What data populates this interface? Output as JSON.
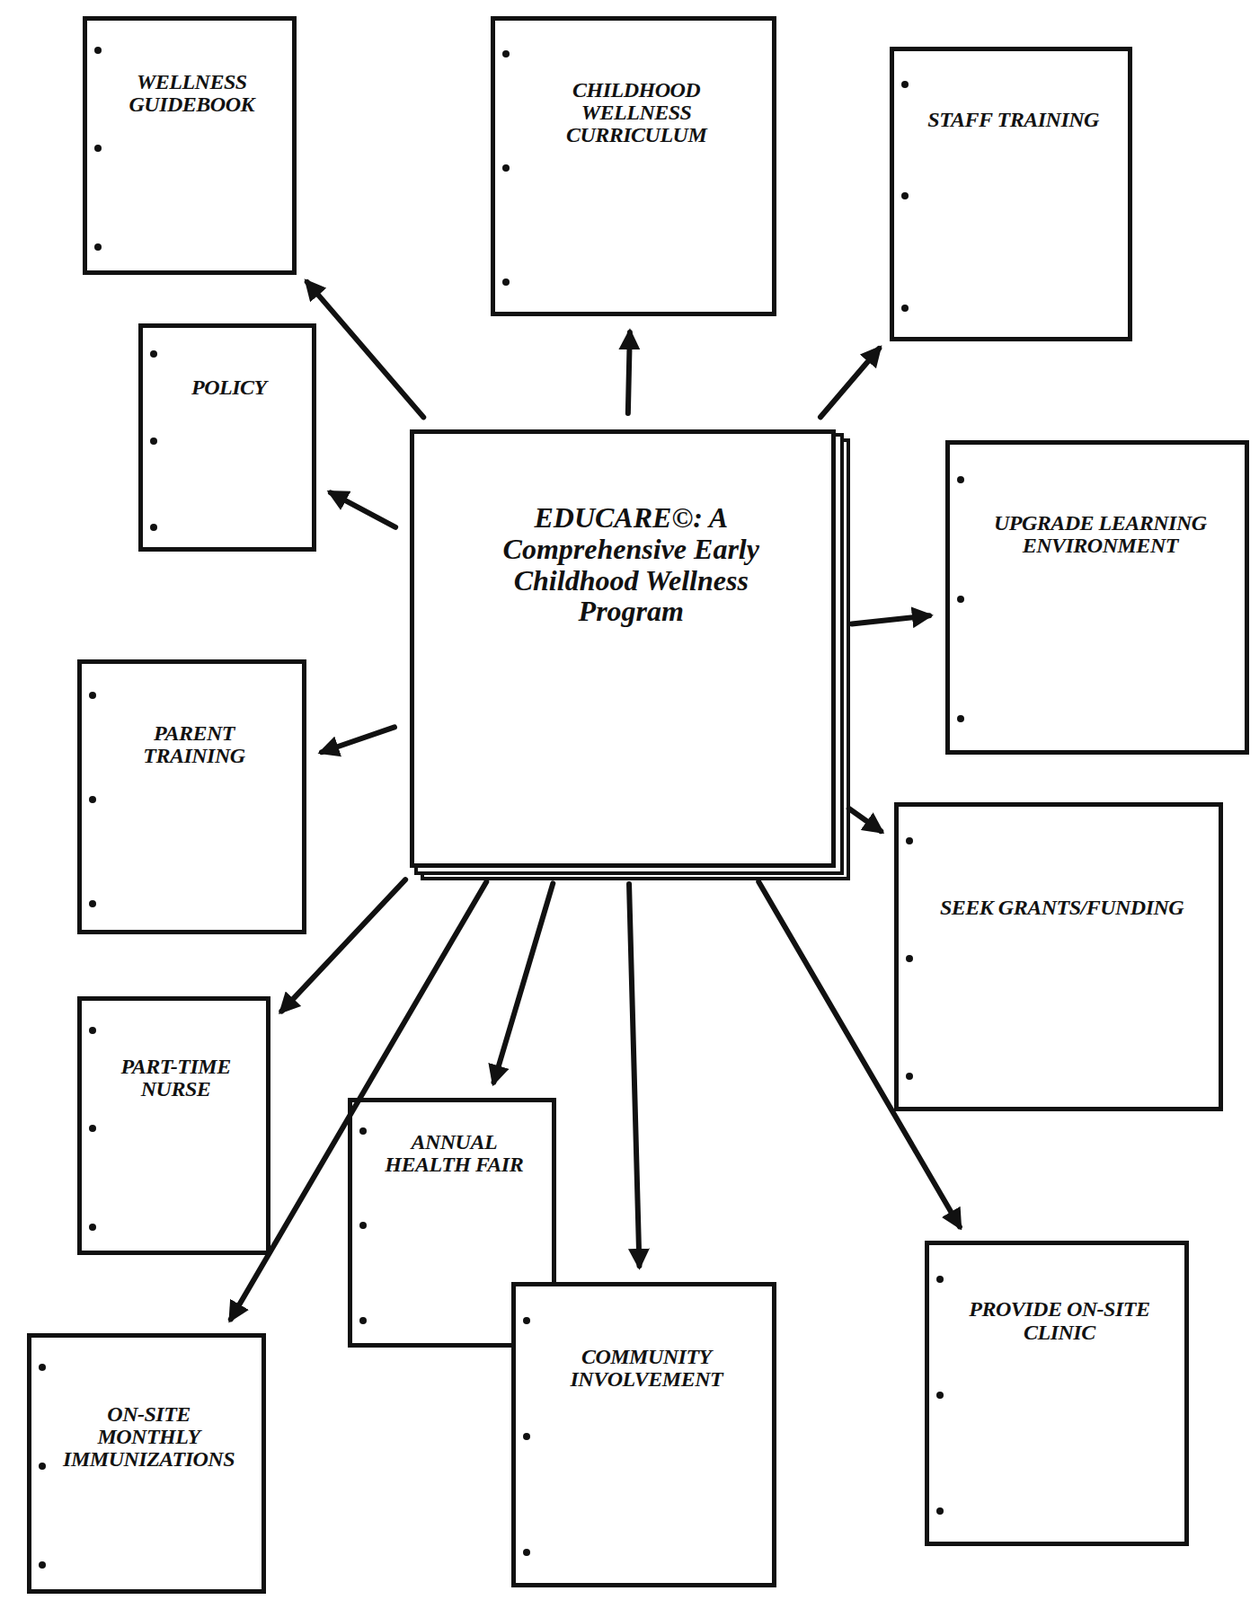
{
  "diagram": {
    "nodes": [
      {
        "text": [
          "WELLNESS GUIDEBOOK"
        ]
      },
      {
        "text": [
          "CHILDHOOD WELLNESS CURRICULUM"
        ]
      },
      {
        "text": [
          "STAFF TRAINING"
        ]
      },
      {
        "text": [
          "POLICY"
        ]
      },
      {
        "text": [
          "EDUCARE©: A Comprehensive Early Childhood Wellness Program"
        ]
      },
      {
        "text": [
          "UPGRADE LEARNING ENVIRONMENT"
        ]
      },
      {
        "text": [
          "PARENT TRAINING"
        ]
      },
      {
        "text": [
          "SEEK GRANTS/FUNDING"
        ]
      },
      {
        "text": [
          "PART-TIME NURSE"
        ]
      },
      {
        "text": [
          "ANNUAL HEALTH FAIR"
        ]
      },
      {
        "text": [
          "PROVIDE ON-SITE CLINIC"
        ]
      },
      {
        "text": [
          "ON-SITE MONTHLY IMMUNIZATIONS"
        ]
      },
      {
        "text": [
          "COMMUNITY INVOLVEMENT"
        ]
      }
    ],
    "edges": [
      {
        "from": 4,
        "to": 0,
        "arrow": "to"
      },
      {
        "from": 4,
        "to": 1,
        "arrow": "to"
      },
      {
        "from": 4,
        "to": 2,
        "arrow": "to"
      },
      {
        "from": 4,
        "to": 3,
        "arrow": "to"
      },
      {
        "from": 4,
        "to": 5,
        "arrow": "to"
      },
      {
        "from": 4,
        "to": 6,
        "arrow": "to"
      },
      {
        "from": 4,
        "to": 7,
        "arrow": "to"
      },
      {
        "from": 4,
        "to": 8,
        "arrow": "to"
      },
      {
        "from": 4,
        "to": 9,
        "arrow": "to"
      },
      {
        "from": 4,
        "to": 10,
        "arrow": "to"
      },
      {
        "from": 4,
        "to": 11,
        "arrow": "to"
      },
      {
        "from": 4,
        "to": 12,
        "arrow": "to"
      }
    ]
  }
}
